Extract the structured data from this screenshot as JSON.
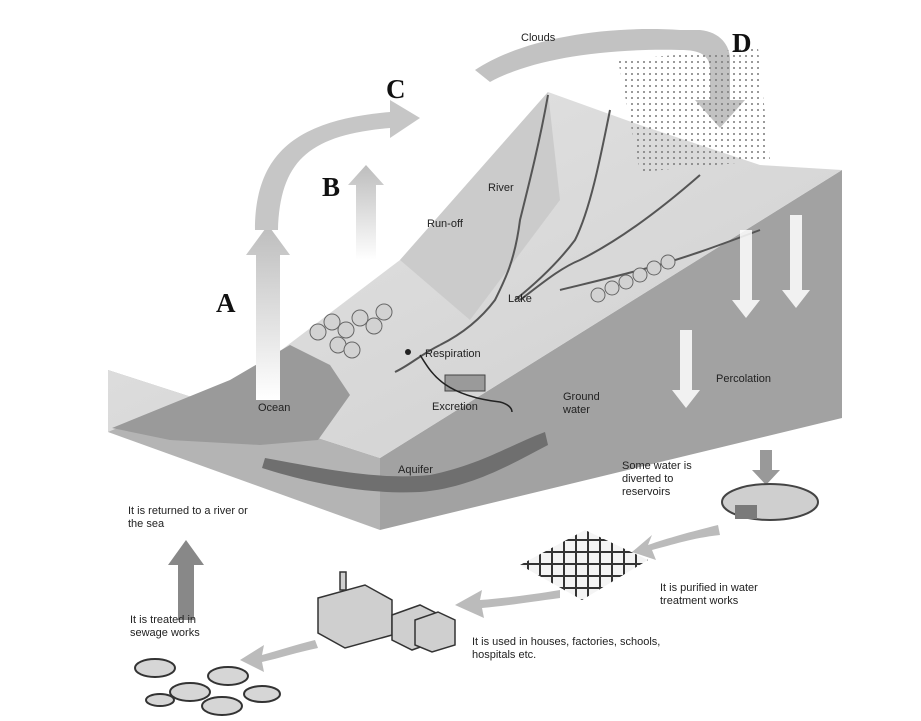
{
  "letters": {
    "a": "A",
    "b": "B",
    "c": "C",
    "d": "D"
  },
  "labels": {
    "clouds": "Clouds",
    "runoff": "Run-off",
    "river": "River",
    "lake": "Lake",
    "respiration": "Respiration",
    "excretion": "Excretion",
    "ocean": "Ocean",
    "ground_water": "Ground water",
    "percolation": "Percolation",
    "aquifer": "Aquifer"
  },
  "process_notes": {
    "reservoirs": "Some water is diverted to reservoirs",
    "purified": "It is purified in water treatment works",
    "used": "It is used in houses, factories, schools, hospitals etc.",
    "treated": "It is treated in sewage works",
    "returned": "It is returned to a river or the sea"
  },
  "colors": {
    "terrain_top": "#d9d9d9",
    "terrain_side": "#a8a8a8",
    "arrow": "#c8c8c8",
    "river": "#555555",
    "ink": "#1a1a1a"
  }
}
